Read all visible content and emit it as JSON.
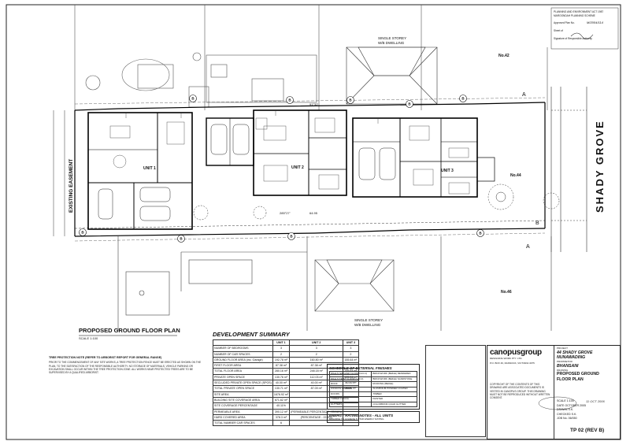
{
  "approval_stamp": {
    "line1": "PLANNING AND ENVIRONMENT ACT 1987",
    "line2": "MAROONDAH PLANNING SCHEME",
    "line3": "Approved Plan No.",
    "line4": "Sheet of",
    "line5": "Signature of Responsible Authority",
    "ref": "M/2004/114"
  },
  "plan": {
    "title": "PROPOSED GROUND FLOOR PLAN",
    "scale": "SCALE 1:100",
    "street": "SHADY GROVE",
    "easement": "EXISTING EASEMENT",
    "lots": [
      "No.42",
      "No.44",
      "No.46"
    ],
    "dwelling_north": [
      "SINGLE STOREY",
      "W/B DWELLING"
    ],
    "dwelling_south": [
      "SINGLE STOREY",
      "W/B DWELLING"
    ],
    "units": [
      "UNIT 1",
      "UNIT 2",
      "UNIT 3"
    ],
    "marker_a": "A",
    "marker_b": "B",
    "marker_circle": "B",
    "dim_bottom": [
      "285°27'",
      "64.95"
    ],
    "dim_top": [
      "91°32'"
    ]
  },
  "tree_note": {
    "heading": "TREE PROTECTION NOTE",
    "subheading": "(REFER TO ARBORIST REPORT FOR GENERAL RANGE)",
    "body": "PRIOR TO THE COMMENCEMENT OF ANY SITE WORKS, A TREE PROTECTION FENCE MUST BE ERECTED AS SHOWN ON THE PLAN, TO THE SATISFACTION OF THE RESPONSIBLE AUTHORITY. NO STORAGE OF MATERIALS, VEHICLE PARKING OR EXCAVATION SHALL OCCUR WITHIN THE TREE PROTECTION ZONE. ALL WORKS NEAR PROTECTED TREES ARE TO BE SUPERVISED BY A QUALIFIED ARBORIST."
  },
  "development_summary": {
    "title": "DEVELOPMENT SUMMARY",
    "columns": [
      "",
      "UNIT 1",
      "UNIT 2",
      "UNIT 3"
    ],
    "rows": [
      [
        "NUMBER OF BEDROOMS",
        "3",
        "3",
        "3"
      ],
      [
        "NUMBER OF CAR SPACES",
        "2",
        "2",
        "2"
      ],
      [
        "GROUND FLOOR AREA (inc. Garage)",
        "192.78 m²",
        "160.80 m²",
        "155.64 m²"
      ],
      [
        "FIRST FLOOR AREA",
        "87.38 m²",
        "87.38 m²",
        "-"
      ],
      [
        "TOTAL FLOOR AREA",
        "280.16 m²",
        "248.18 m²",
        "155.64 m²"
      ],
      [
        "PRIVATE OPEN SPACE",
        "130.76 m²",
        "112.03 m²",
        "105.04 m²"
      ],
      [
        "SECLUDED PRIVATE OPEN SPACE (SPOS)",
        "40.00 m²",
        "40.00 m²",
        "40.00 m²"
      ],
      [
        "TOTAL PRIVATE OPEN SPACE",
        "130.71 m²",
        "87.09 m²",
        "86.86 m²"
      ],
      [
        "SITE AREA",
        "1676.92 m²",
        "",
        ""
      ],
      [
        "BUILDING SITE COVERAGE AREA",
        "671.62 m²",
        "",
        ""
      ],
      [
        "SITE COVERAGE PERCENTAGE",
        "40.11%",
        "",
        ""
      ],
      [
        "PERMEABLE AREA",
        "390.12 m²",
        "(PERMEABLE PERCENTAGE - 23.16%)",
        ""
      ],
      [
        "HARD COVERED AREA",
        "378.3 m²",
        "(PERCENTAGE - 22.5%)",
        ""
      ],
      [
        "TOTAL NUMBER CAR SPACES",
        "6",
        "",
        ""
      ]
    ]
  },
  "finishes": {
    "title": "SCHEDULE OF EXTERNAL FINISHES",
    "rows": [
      [
        "WALLS GROUND FLOOR (Unit 1)",
        "BRICKWORK (BEIGE) RENDERED"
      ],
      [
        "WALLS FIRST FLOOR (Unit 2)",
        "BRICKWORK (BEIGE) SANDSTONE"
      ],
      [
        "ROOF",
        "ROOFING (BEIGE)"
      ],
      [
        "WINDOW FRAMES",
        "ALUMINIUM POWDER COATED"
      ],
      [
        "DOORS",
        "TIMBER"
      ],
      [
        "TIMBER FASCIA",
        "PAINTED"
      ],
      [
        "GUTTERS",
        "COLORBOND QUAD GUTTER"
      ]
    ],
    "energy_title": "ENERGY RATING NOTES - ALL UNITS",
    "energy_note": "BUILDING TO ACHIEVE 5 STAR ENERGY RATING"
  },
  "title_block": {
    "company": "canopusgroup",
    "company_sub": "DESIGNING WORK PTY. LTD.",
    "address": "P.O. BOX 46, RANNOCK, VICTORIA 3075",
    "project_label": "PROJECT",
    "project": "44 SHADY GROVE",
    "suburb": "NUNAWADING",
    "client_label": "PROPRIETOR",
    "client": "BHANSANI",
    "drawing_label": "DRAWING",
    "drawing": "PROPOSED GROUND FLOOR PLAN",
    "scale_label": "SCALE",
    "scale": "1:100",
    "date_label": "DATE",
    "date": "OCTOBER 2005",
    "drawn_label": "DRAWN",
    "drawn": "S.K.",
    "checked_label": "CHECKED",
    "checked": "S.K.",
    "job_label": "JOB No.",
    "job": "06/050",
    "sheet": "TP 02 (REV B)",
    "received_stamp": "11 OCT 2006",
    "copyright": "COPYRIGHT OF THE CONTENTS OF THIS DRAWING ARE ASSOCIATED DOCUMENTS IS VESTED IN CANOPUS GROUP. THIS DRAWING MUST NOT BE REPRODUCED WITHOUT WRITTEN CONSENT."
  }
}
